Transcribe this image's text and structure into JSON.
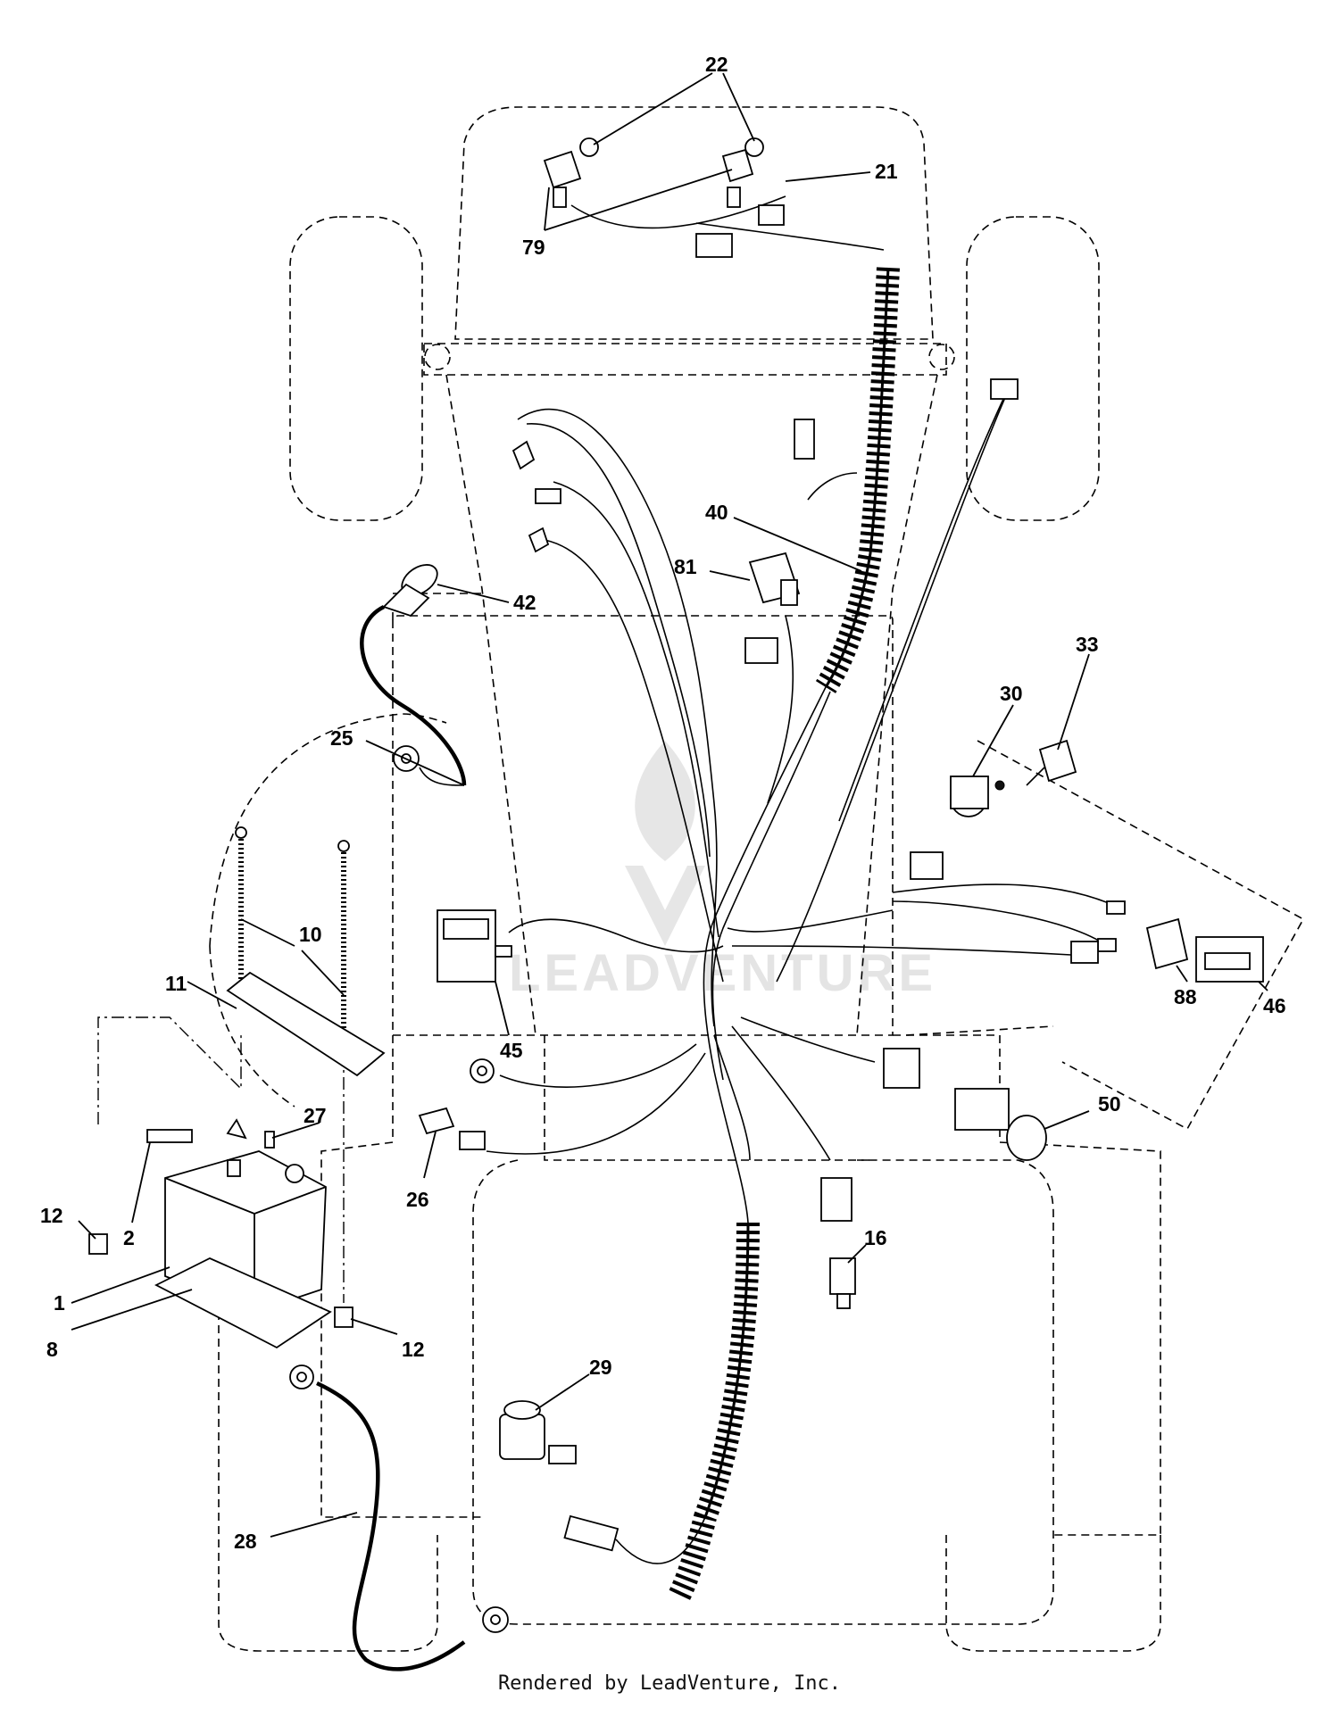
{
  "callouts": [
    {
      "id": "22"
    },
    {
      "id": "21"
    },
    {
      "id": "79"
    },
    {
      "id": "40"
    },
    {
      "id": "81"
    },
    {
      "id": "42"
    },
    {
      "id": "33"
    },
    {
      "id": "30"
    },
    {
      "id": "25"
    },
    {
      "id": "10"
    },
    {
      "id": "11"
    },
    {
      "id": "45"
    },
    {
      "id": "88"
    },
    {
      "id": "46"
    },
    {
      "id": "27"
    },
    {
      "id": "50"
    },
    {
      "id": "12"
    },
    {
      "id": "2"
    },
    {
      "id": "26"
    },
    {
      "id": "16"
    },
    {
      "id": "1"
    },
    {
      "id": "8"
    },
    {
      "id": "12b_label",
      "text": "12"
    },
    {
      "id": "29"
    },
    {
      "id": "28"
    }
  ],
  "labels": {
    "c22": "22",
    "c21": "21",
    "c79": "79",
    "c40": "40",
    "c81": "81",
    "c42": "42",
    "c33": "33",
    "c30": "30",
    "c25": "25",
    "c10": "10",
    "c11": "11",
    "c45": "45",
    "c88": "88",
    "c46": "46",
    "c27": "27",
    "c50": "50",
    "c12a": "12",
    "c2": "2",
    "c26": "26",
    "c16": "16",
    "c1": "1",
    "c8": "8",
    "c12b": "12",
    "c29": "29",
    "c28": "28"
  },
  "watermark": {
    "text": "LEADVENTURE"
  },
  "footer": {
    "text": "Rendered by LeadVenture, Inc."
  }
}
